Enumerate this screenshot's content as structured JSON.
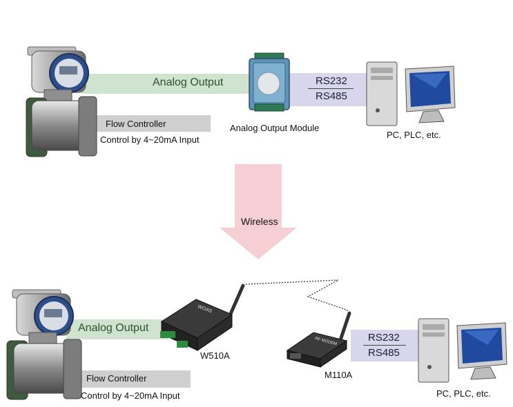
{
  "top": {
    "analog_output": "Analog Output",
    "flow_controller": "Flow Controller",
    "control_input": "Control by 4~20mA Input",
    "module_label": "Analog Output Module",
    "rs232": "RS232",
    "rs485": "RS485",
    "pc_label": "PC, PLC, etc."
  },
  "middle": {
    "wireless": "Wireless"
  },
  "bottom": {
    "analog_output": "Analog Output",
    "flow_controller": "Flow Controller",
    "control_input": "Control by 4~20mA Input",
    "w510a": "W510A",
    "m110a": "M110A",
    "w510a_brand": "WOAS",
    "m110a_brand": "RF MODEM",
    "rs232": "RS232",
    "rs485": "RS485",
    "pc_label": "PC, PLC, etc."
  },
  "colors": {
    "analog_band": "#cfe3cf",
    "controller_band": "#cfcfcf",
    "serial_band": "#d8d6ea",
    "wireless_arrow": "#f5cfd3"
  }
}
